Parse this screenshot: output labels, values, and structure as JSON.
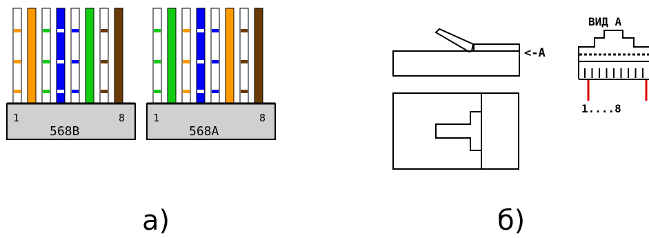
{
  "colors": {
    "orange": "#ff9900",
    "green": "#11cc11",
    "blue": "#0000ff",
    "brown": "#6a3a06",
    "white": "#ffffff",
    "stripe_blue": "#0000ff",
    "plug_body": "#d0d0d0",
    "outline": "#000000",
    "contact_red": "#dd0000"
  },
  "connector_568b": {
    "standard_label": "568B",
    "pin_first": "1",
    "pin_last": "8",
    "wires": [
      "white-orange",
      "orange",
      "white-green",
      "blue",
      "white-blue",
      "green",
      "white-brown",
      "brown"
    ]
  },
  "connector_568a": {
    "standard_label": "568A",
    "pin_first": "1",
    "pin_last": "8",
    "wires": [
      "white-green",
      "green",
      "white-orange",
      "blue",
      "white-blue",
      "orange",
      "white-brown",
      "brown"
    ]
  },
  "plug_view": {
    "arrow_label": "<-A",
    "view_title": "ВИД А",
    "pin_range_label": "1....8"
  },
  "captions": {
    "left": "а)",
    "right": "б)"
  }
}
